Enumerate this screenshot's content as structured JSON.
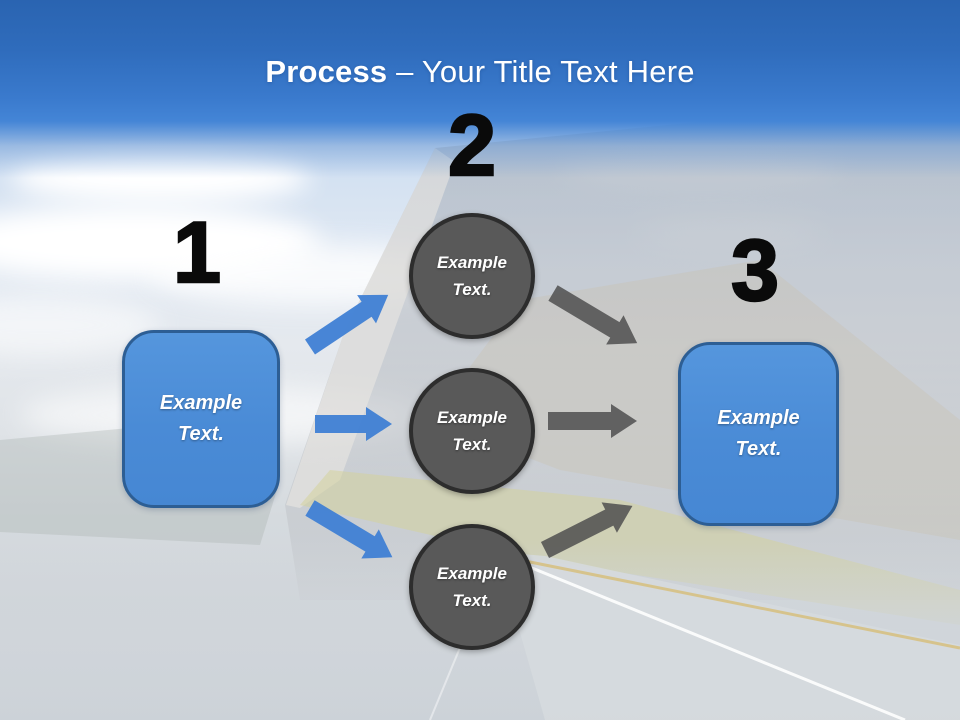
{
  "slide": {
    "title": {
      "emphasis": "Process",
      "rest": " – Your Title Text Here"
    },
    "diagram": {
      "numbers": [
        "1",
        "2",
        "3"
      ],
      "left_box": {
        "label": "Example Text."
      },
      "circles": [
        {
          "label": "Example Text."
        },
        {
          "label": "Example Text."
        },
        {
          "label": "Example Text."
        }
      ],
      "right_box": {
        "label": "Example Text."
      }
    },
    "colors": {
      "header_blue_top": "#2a64b1",
      "header_blue_bottom": "#4485d6",
      "title_text": "#ffffff",
      "box_fill": "#4a8bd6",
      "box_border": "#2d5e94",
      "circle_fill": "#595959",
      "circle_border": "#2d2d2d",
      "arrow_blue": "#3f7fd4",
      "arrow_gray": "#4f4f4f",
      "number_color": "#0a0a0a"
    }
  }
}
